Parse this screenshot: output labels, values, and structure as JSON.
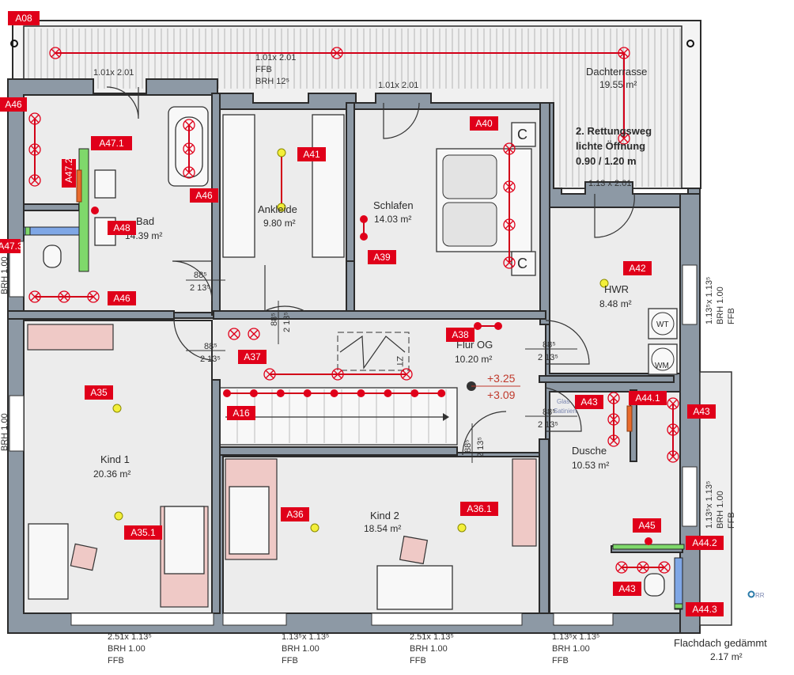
{
  "plan": {
    "rooms": {
      "dachterrasse": {
        "name": "Dachterrasse",
        "area": "19.55 m²"
      },
      "bad": {
        "name": "Bad",
        "area": "14.39 m²"
      },
      "ankleide": {
        "name": "Ankleide",
        "area": "9.80 m²"
      },
      "schlafen": {
        "name": "Schlafen",
        "area": "14.03 m²"
      },
      "hwr": {
        "name": "HWR",
        "area": "8.48 m²"
      },
      "flur": {
        "name": "Flur OG",
        "area": "10.20 m²"
      },
      "kind1": {
        "name": "Kind 1",
        "area": "20.36 m²"
      },
      "kind2": {
        "name": "Kind 2",
        "area": "18.54 m²"
      },
      "dusche": {
        "name": "Dusche",
        "area": "10.53 m²"
      },
      "flachdach": {
        "name": "Flachdach gedämmt",
        "area": "2.17 m²"
      }
    },
    "rettungsweg": {
      "line1": "2. Rettungsweg",
      "line2": "lichte Öffnung",
      "line3": "0.90 / 1.20 m"
    },
    "levels": {
      "top": "+3.25",
      "bottom": "+3.09"
    },
    "dimensions": {
      "d_top_left": "1.01x 2.01",
      "d_top_mid_1": "1.01x 2.01",
      "d_top_mid_2": "FFB",
      "d_top_mid_3": "BRH 12⁵",
      "d_top_right": "1.01x 2.01",
      "d_terrace_door": "1.13 x 2.01",
      "door_w": "88⁵",
      "door_h": "2 13⁵",
      "glass_1": "Glas",
      "glass_2": "Satiniert",
      "win_right_1a": "1.13⁵x 1.13⁵",
      "win_right_1b": "BRH 1.00",
      "win_right_1c": "FFB",
      "win_right_2a": "1.13⁵x 1.13⁵",
      "win_right_2b": "BRH 1.00",
      "win_right_2c": "FFB",
      "win_bottom_1a": "2.51x 1.13⁵",
      "win_bottom_1b": "BRH 1.00",
      "win_bottom_1c": "FFB",
      "win_bottom_2a": "1.13⁵x 1.13⁵",
      "win_bottom_2b": "BRH 1.00",
      "win_bottom_2c": "FFB",
      "win_bottom_3a": "2.51x 1.13⁵",
      "win_bottom_3b": "BRH 1.00",
      "win_bottom_3c": "FFB",
      "win_bottom_4a": "1.13⁵x 1.13⁵",
      "win_bottom_4b": "BRH 1.00",
      "win_bottom_4c": "FFB",
      "win_left_1": "BRH 1.00",
      "win_left_2": "BRH 1.00"
    },
    "appliances": {
      "dryer": "WT",
      "washer": "WM",
      "stair": "ZT",
      "rr": "RR"
    },
    "tags": [
      "A08",
      "A46",
      "A47.1",
      "A47.2",
      "A47.3",
      "A48",
      "A46",
      "A46",
      "A41",
      "A39",
      "A40",
      "A42",
      "A38",
      "A37",
      "A16",
      "A35",
      "A35.1",
      "A36",
      "A36.1",
      "A43",
      "A44.1",
      "A43",
      "A45",
      "A44.2",
      "A43",
      "A44.3"
    ]
  },
  "colors": {
    "tag_red": "#e0001a",
    "wall_grey": "#8d99a5",
    "fixture_yellow": "#f3ef3a",
    "furniture_pink": "#efc9c6"
  }
}
